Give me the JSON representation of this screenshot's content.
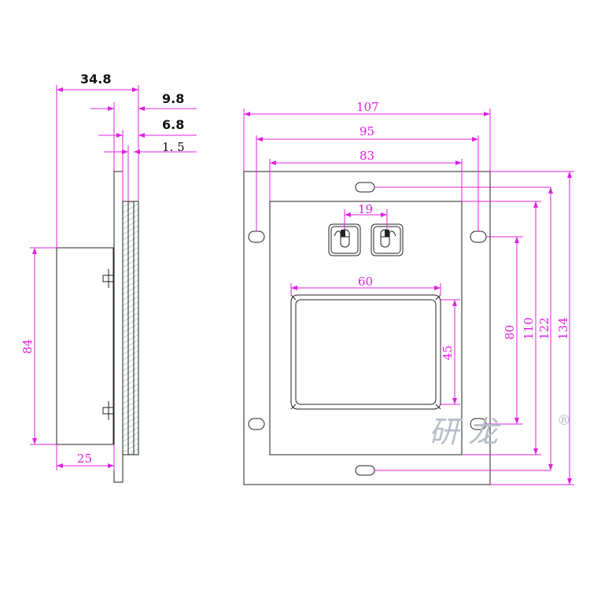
{
  "side_view": {
    "dims": {
      "overall_depth": "34.8",
      "depth_a": "9.8",
      "depth_b": "6.8",
      "depth_c": "1. 5",
      "height": "84",
      "body_depth": "25"
    }
  },
  "front_view": {
    "dims": {
      "outer_width": "107",
      "hole_spacing_x": "95",
      "inner_width": "83",
      "button_spacing": "19",
      "pad_width": "60",
      "pad_height": "45",
      "inner_height": "80",
      "hole_spacing_y": "110",
      "slot_spacing": "122",
      "outer_height": "134"
    }
  },
  "watermark": {
    "text": "研 龙",
    "mark": "®"
  }
}
